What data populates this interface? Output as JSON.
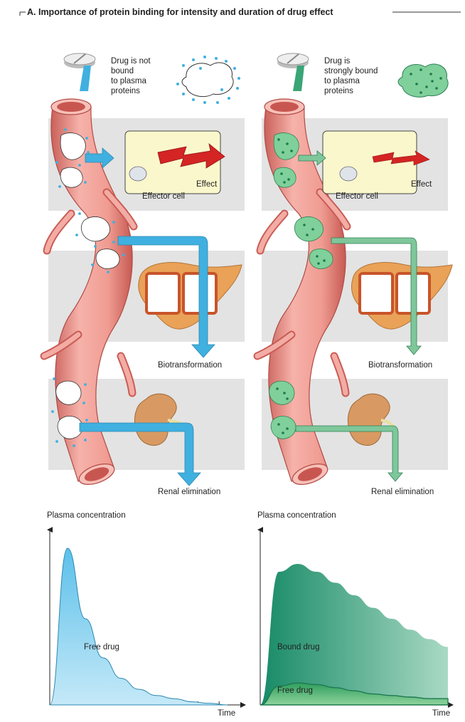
{
  "title": "A. Importance of protein binding for intensity and duration of drug effect",
  "left_panel": {
    "drug_label_lines": [
      "Drug is not",
      "bound",
      "to plasma",
      "proteins"
    ],
    "effector_cell": "Effector cell",
    "effect": "Effect",
    "biotransformation": "Biotransformation",
    "renal_elimination": "Renal elimination",
    "chart_ylabel": "Plasma concentration",
    "chart_xlabel": "Time",
    "curve_label": "Free drug"
  },
  "right_panel": {
    "drug_label_lines": [
      "Drug is",
      "strongly bound",
      "to plasma",
      "proteins"
    ],
    "effector_cell": "Effector cell",
    "effect": "Effect",
    "biotransformation": "Biotransformation",
    "renal_elimination": "Renal elimination",
    "chart_ylabel": "Plasma concentration",
    "chart_xlabel": "Time",
    "bound_label": "Bound drug",
    "free_label": "Free drug"
  },
  "colors": {
    "unbound_drug": "#3fb0e0",
    "bound_drug": "#2e9a6a",
    "vessel": "#f2a79f",
    "vessel_dark": "#c95c55",
    "gray_band": "#e3e3e3",
    "cell": "#fbf7cc",
    "liver": "#e9a257",
    "kidney": "#d89a62",
    "effect_arrow": "#d42424"
  },
  "chart_data": [
    {
      "type": "area",
      "ylabel": "Plasma concentration",
      "xlabel": "Time",
      "series": [
        {
          "name": "Free drug",
          "x": [
            0,
            1,
            2,
            3,
            4,
            5,
            6,
            7,
            8,
            9,
            10
          ],
          "values": [
            0,
            1.0,
            0.55,
            0.3,
            0.17,
            0.1,
            0.06,
            0.04,
            0.02,
            0.01,
            0.0
          ]
        }
      ],
      "ylim": [
        0,
        1.1
      ],
      "grid": false
    },
    {
      "type": "area",
      "ylabel": "Plasma concentration",
      "xlabel": "Time",
      "series": [
        {
          "name": "Bound drug",
          "x": [
            0,
            1,
            2,
            3,
            4,
            5,
            6,
            7,
            8,
            9,
            10
          ],
          "values": [
            0,
            0.85,
            0.9,
            0.85,
            0.78,
            0.7,
            0.62,
            0.55,
            0.48,
            0.42,
            0.37
          ]
        },
        {
          "name": "Free drug",
          "x": [
            0,
            1,
            2,
            3,
            4,
            5,
            6,
            7,
            8,
            9,
            10
          ],
          "values": [
            0,
            0.12,
            0.14,
            0.13,
            0.11,
            0.09,
            0.07,
            0.06,
            0.05,
            0.04,
            0.04
          ]
        }
      ],
      "ylim": [
        0,
        1.1
      ],
      "grid": false
    }
  ]
}
